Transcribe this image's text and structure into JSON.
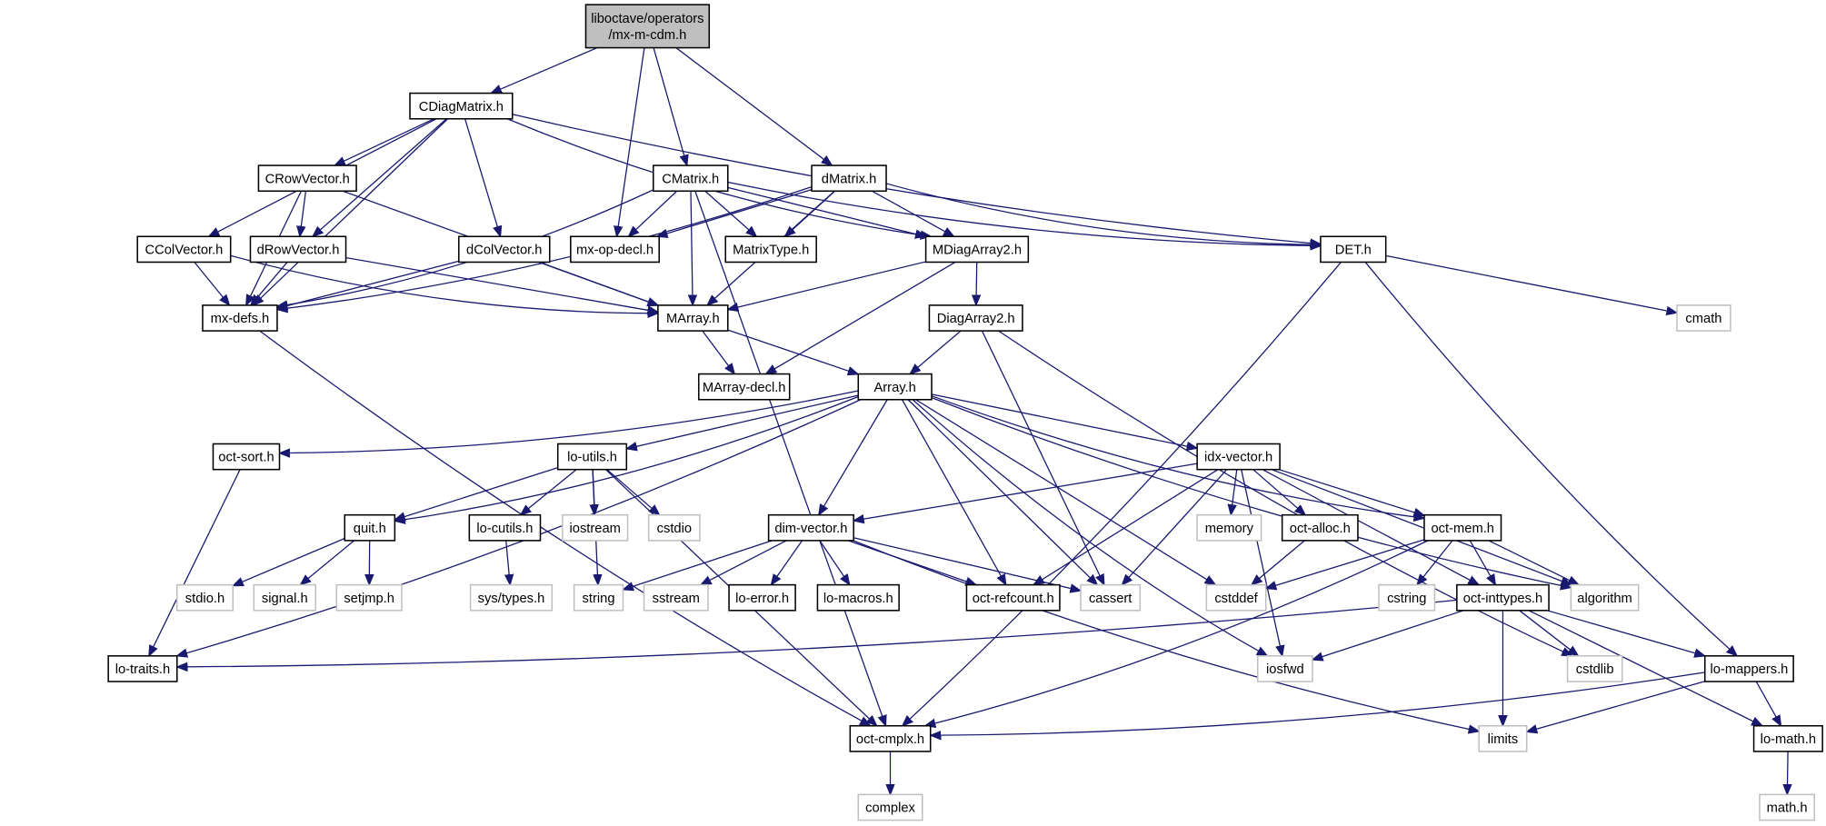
{
  "colors": {
    "edge": "#191970",
    "root_fill": "#bfbfbf",
    "internal_border": "#000000",
    "external_border": "#bfbfbf"
  },
  "nodes": [
    {
      "id": "root",
      "label": [
        "liboctave/operators",
        "/mx-m-cdm.h"
      ],
      "kind": "root"
    },
    {
      "id": "CDiagMatrix",
      "label": [
        "CDiagMatrix.h"
      ],
      "kind": "internal"
    },
    {
      "id": "CRowVector",
      "label": [
        "CRowVector.h"
      ],
      "kind": "internal"
    },
    {
      "id": "CMatrix",
      "label": [
        "CMatrix.h"
      ],
      "kind": "internal"
    },
    {
      "id": "dMatrix",
      "label": [
        "dMatrix.h"
      ],
      "kind": "internal"
    },
    {
      "id": "CColVector",
      "label": [
        "CColVector.h"
      ],
      "kind": "internal"
    },
    {
      "id": "dRowVector",
      "label": [
        "dRowVector.h"
      ],
      "kind": "internal"
    },
    {
      "id": "dColVector",
      "label": [
        "dColVector.h"
      ],
      "kind": "internal"
    },
    {
      "id": "mx-op-decl",
      "label": [
        "mx-op-decl.h"
      ],
      "kind": "internal"
    },
    {
      "id": "MatrixType",
      "label": [
        "MatrixType.h"
      ],
      "kind": "internal"
    },
    {
      "id": "MDiagArray2",
      "label": [
        "MDiagArray2.h"
      ],
      "kind": "internal"
    },
    {
      "id": "DET",
      "label": [
        "DET.h"
      ],
      "kind": "internal"
    },
    {
      "id": "mx-defs",
      "label": [
        "mx-defs.h"
      ],
      "kind": "internal"
    },
    {
      "id": "MArray",
      "label": [
        "MArray.h"
      ],
      "kind": "internal"
    },
    {
      "id": "DiagArray2",
      "label": [
        "DiagArray2.h"
      ],
      "kind": "internal"
    },
    {
      "id": "cmath",
      "label": [
        "cmath"
      ],
      "kind": "external"
    },
    {
      "id": "MArray-decl",
      "label": [
        "MArray-decl.h"
      ],
      "kind": "internal"
    },
    {
      "id": "Array",
      "label": [
        "Array.h"
      ],
      "kind": "internal"
    },
    {
      "id": "oct-sort",
      "label": [
        "oct-sort.h"
      ],
      "kind": "internal"
    },
    {
      "id": "lo-utils",
      "label": [
        "lo-utils.h"
      ],
      "kind": "internal"
    },
    {
      "id": "idx-vector",
      "label": [
        "idx-vector.h"
      ],
      "kind": "internal"
    },
    {
      "id": "quit",
      "label": [
        "quit.h"
      ],
      "kind": "internal"
    },
    {
      "id": "lo-cutils",
      "label": [
        "lo-cutils.h"
      ],
      "kind": "internal"
    },
    {
      "id": "iostream",
      "label": [
        "iostream"
      ],
      "kind": "external"
    },
    {
      "id": "cstdio",
      "label": [
        "cstdio"
      ],
      "kind": "external"
    },
    {
      "id": "dim-vector",
      "label": [
        "dim-vector.h"
      ],
      "kind": "internal"
    },
    {
      "id": "memory",
      "label": [
        "memory"
      ],
      "kind": "external"
    },
    {
      "id": "oct-alloc",
      "label": [
        "oct-alloc.h"
      ],
      "kind": "internal"
    },
    {
      "id": "oct-mem",
      "label": [
        "oct-mem.h"
      ],
      "kind": "internal"
    },
    {
      "id": "stdio.h",
      "label": [
        "stdio.h"
      ],
      "kind": "external"
    },
    {
      "id": "signal.h",
      "label": [
        "signal.h"
      ],
      "kind": "external"
    },
    {
      "id": "setjmp.h",
      "label": [
        "setjmp.h"
      ],
      "kind": "external"
    },
    {
      "id": "sys/types.h",
      "label": [
        "sys/types.h"
      ],
      "kind": "external"
    },
    {
      "id": "string",
      "label": [
        "string"
      ],
      "kind": "external"
    },
    {
      "id": "sstream",
      "label": [
        "sstream"
      ],
      "kind": "external"
    },
    {
      "id": "lo-error",
      "label": [
        "lo-error.h"
      ],
      "kind": "internal"
    },
    {
      "id": "lo-macros",
      "label": [
        "lo-macros.h"
      ],
      "kind": "internal"
    },
    {
      "id": "oct-refcount",
      "label": [
        "oct-refcount.h"
      ],
      "kind": "internal"
    },
    {
      "id": "cassert",
      "label": [
        "cassert"
      ],
      "kind": "external"
    },
    {
      "id": "cstddef",
      "label": [
        "cstddef"
      ],
      "kind": "external"
    },
    {
      "id": "cstring",
      "label": [
        "cstring"
      ],
      "kind": "external"
    },
    {
      "id": "oct-inttypes",
      "label": [
        "oct-inttypes.h"
      ],
      "kind": "internal"
    },
    {
      "id": "algorithm",
      "label": [
        "algorithm"
      ],
      "kind": "external"
    },
    {
      "id": "lo-traits",
      "label": [
        "lo-traits.h"
      ],
      "kind": "internal"
    },
    {
      "id": "iosfwd",
      "label": [
        "iosfwd"
      ],
      "kind": "external"
    },
    {
      "id": "cstdlib",
      "label": [
        "cstdlib"
      ],
      "kind": "external"
    },
    {
      "id": "lo-mappers",
      "label": [
        "lo-mappers.h"
      ],
      "kind": "internal"
    },
    {
      "id": "oct-cmplx",
      "label": [
        "oct-cmplx.h"
      ],
      "kind": "internal"
    },
    {
      "id": "limits",
      "label": [
        "limits"
      ],
      "kind": "external"
    },
    {
      "id": "lo-math",
      "label": [
        "lo-math.h"
      ],
      "kind": "internal"
    },
    {
      "id": "complex",
      "label": [
        "complex"
      ],
      "kind": "external"
    },
    {
      "id": "math.h",
      "label": [
        "math.h"
      ],
      "kind": "external"
    }
  ],
  "edges": [
    [
      "root",
      "CDiagMatrix"
    ],
    [
      "root",
      "mx-op-decl"
    ],
    [
      "root",
      "CMatrix"
    ],
    [
      "root",
      "dMatrix"
    ],
    [
      "CDiagMatrix",
      "CRowVector"
    ],
    [
      "CDiagMatrix",
      "CColVector"
    ],
    [
      "CDiagMatrix",
      "dRowVector"
    ],
    [
      "CDiagMatrix",
      "dColVector"
    ],
    [
      "CDiagMatrix",
      "mx-defs"
    ],
    [
      "CDiagMatrix",
      "MDiagArray2"
    ],
    [
      "CDiagMatrix",
      "DET"
    ],
    [
      "CRowVector",
      "dRowVector"
    ],
    [
      "CRowVector",
      "mx-defs"
    ],
    [
      "CRowVector",
      "MArray"
    ],
    [
      "CMatrix",
      "mx-op-decl"
    ],
    [
      "CMatrix",
      "MatrixType"
    ],
    [
      "CMatrix",
      "MDiagArray2"
    ],
    [
      "CMatrix",
      "DET"
    ],
    [
      "CMatrix",
      "mx-defs"
    ],
    [
      "CMatrix",
      "MArray"
    ],
    [
      "CMatrix",
      "oct-cmplx"
    ],
    [
      "dMatrix",
      "mx-op-decl"
    ],
    [
      "dMatrix",
      "MatrixType"
    ],
    [
      "dMatrix",
      "MDiagArray2"
    ],
    [
      "dMatrix",
      "DET"
    ],
    [
      "dMatrix",
      "mx-defs"
    ],
    [
      "dMatrix",
      "MArray"
    ],
    [
      "CColVector",
      "mx-defs"
    ],
    [
      "CColVector",
      "MArray"
    ],
    [
      "dRowVector",
      "mx-defs"
    ],
    [
      "dRowVector",
      "MArray"
    ],
    [
      "dColVector",
      "mx-defs"
    ],
    [
      "dColVector",
      "MArray"
    ],
    [
      "MDiagArray2",
      "DiagArray2"
    ],
    [
      "MDiagArray2",
      "MArray"
    ],
    [
      "MDiagArray2",
      "MArray-decl"
    ],
    [
      "DET",
      "cmath"
    ],
    [
      "DET",
      "lo-mappers"
    ],
    [
      "DET",
      "oct-cmplx"
    ],
    [
      "mx-defs",
      "oct-cmplx"
    ],
    [
      "MArray",
      "MArray-decl"
    ],
    [
      "MArray",
      "Array"
    ],
    [
      "DiagArray2",
      "Array"
    ],
    [
      "DiagArray2",
      "cassert"
    ],
    [
      "DiagArray2",
      "cstdlib"
    ],
    [
      "Array",
      "oct-sort"
    ],
    [
      "Array",
      "lo-utils"
    ],
    [
      "Array",
      "quit"
    ],
    [
      "Array",
      "lo-traits"
    ],
    [
      "Array",
      "idx-vector"
    ],
    [
      "Array",
      "dim-vector"
    ],
    [
      "Array",
      "oct-refcount"
    ],
    [
      "Array",
      "cassert"
    ],
    [
      "Array",
      "cstddef"
    ],
    [
      "Array",
      "iosfwd"
    ],
    [
      "Array",
      "oct-mem"
    ],
    [
      "Array",
      "algorithm"
    ],
    [
      "oct-sort",
      "lo-traits"
    ],
    [
      "lo-utils",
      "quit"
    ],
    [
      "lo-utils",
      "lo-cutils"
    ],
    [
      "lo-utils",
      "iostream"
    ],
    [
      "lo-utils",
      "cstdio"
    ],
    [
      "lo-utils",
      "string"
    ],
    [
      "lo-utils",
      "oct-cmplx"
    ],
    [
      "quit",
      "stdio.h"
    ],
    [
      "quit",
      "signal.h"
    ],
    [
      "quit",
      "setjmp.h"
    ],
    [
      "lo-cutils",
      "sys/types.h"
    ],
    [
      "dim-vector",
      "string"
    ],
    [
      "dim-vector",
      "sstream"
    ],
    [
      "dim-vector",
      "lo-error"
    ],
    [
      "dim-vector",
      "lo-macros"
    ],
    [
      "dim-vector",
      "oct-refcount"
    ],
    [
      "dim-vector",
      "cassert"
    ],
    [
      "dim-vector",
      "limits"
    ],
    [
      "idx-vector",
      "dim-vector"
    ],
    [
      "idx-vector",
      "memory"
    ],
    [
      "idx-vector",
      "oct-alloc"
    ],
    [
      "idx-vector",
      "oct-mem"
    ],
    [
      "idx-vector",
      "oct-refcount"
    ],
    [
      "idx-vector",
      "cassert"
    ],
    [
      "idx-vector",
      "iosfwd"
    ],
    [
      "idx-vector",
      "oct-inttypes"
    ],
    [
      "idx-vector",
      "algorithm"
    ],
    [
      "oct-alloc",
      "cstddef"
    ],
    [
      "oct-mem",
      "cstddef"
    ],
    [
      "oct-mem",
      "cstring"
    ],
    [
      "oct-mem",
      "oct-inttypes"
    ],
    [
      "oct-mem",
      "algorithm"
    ],
    [
      "oct-mem",
      "oct-cmplx"
    ],
    [
      "oct-inttypes",
      "lo-traits"
    ],
    [
      "oct-inttypes",
      "iosfwd"
    ],
    [
      "oct-inttypes",
      "cstdlib"
    ],
    [
      "oct-inttypes",
      "limits"
    ],
    [
      "oct-inttypes",
      "lo-mappers"
    ],
    [
      "oct-inttypes",
      "lo-math"
    ],
    [
      "lo-mappers",
      "oct-cmplx"
    ],
    [
      "lo-mappers",
      "limits"
    ],
    [
      "lo-mappers",
      "lo-math"
    ],
    [
      "lo-math",
      "math.h"
    ],
    [
      "oct-cmplx",
      "complex"
    ]
  ]
}
